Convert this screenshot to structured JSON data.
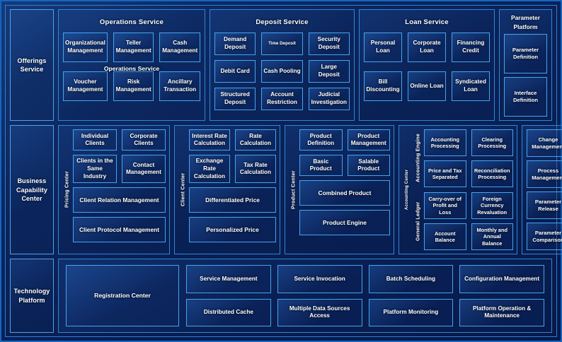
{
  "diagram": {
    "rows": [
      {
        "label": "Offerings\nService",
        "groups": [
          {
            "title": "Operations Service",
            "overlay_label": "Operations Service",
            "boxes": [
              "Organizational\nManagement",
              "Teller\nManagement",
              "Cash\nManagement",
              "Voucher\nManagement",
              "Risk\nManagement",
              "Ancillary\nTransaction"
            ]
          },
          {
            "title": "Deposit Service",
            "boxes": [
              "Demand\nDeposit",
              "Time Deposit",
              "Security\nDeposit",
              "Debit Card",
              "Cash Pooling",
              "Large\nDeposit",
              "Structured\nDeposit",
              "Account\nRestriction",
              "Judicial\nInvestigation"
            ]
          },
          {
            "title": "Loan Service",
            "boxes": [
              "Personal Loan",
              "Corporate\nLoan",
              "Financing\nCredit",
              "Bill Discounting",
              "Online Loan",
              "Syndicated\nLoan"
            ]
          }
        ]
      },
      {
        "label": "Business\nCapability\nCenter",
        "centers": [
          {
            "vlabel": "Pricing Center",
            "top_grid": [
              "Individual Clients",
              "Corporate\nClients",
              "Clients in the\nSame Industry",
              "Contact\nManagement"
            ],
            "wide": [
              "Client Relation Management",
              "Client Protocol Management"
            ]
          },
          {
            "vlabel": "Client Center",
            "top_grid": [
              "Interest Rate\nCalculation",
              "Rate\nCalculation",
              "Exchange Rate\nCalculation",
              "Tax Rate\nCalculation"
            ],
            "wide": [
              "Differentiated Price",
              "Personalized Price"
            ]
          },
          {
            "vlabel": "Product Center",
            "top_grid": [
              "Product\nDefinition",
              "Product\nManagement",
              "Basic Product",
              "Salable Product"
            ],
            "wide": [
              "Combined Product",
              "Product Engine"
            ]
          },
          {
            "vlabel": "Accounting Center",
            "sections": [
              {
                "vlabel": "Accounting Engine",
                "boxes": [
                  "Accounting\nProcessing",
                  "Clearing\nProcessing",
                  "Price and Tax\nSeparated",
                  "Reconciliation\nProcessing"
                ]
              },
              {
                "vlabel": "General  Ledger",
                "boxes": [
                  "Carry-over of\nProfit and Loss",
                  "Foreign\nCurrency\nRevaluation",
                  "Account\nBalance",
                  "Monthly and\nAnnual\nBalance"
                ]
              }
            ]
          }
        ]
      },
      {
        "label": "Technology\nPlatform",
        "registration": "Registration Center",
        "tech_boxes": [
          "Service Management",
          "Service Invocation",
          "Batch Scheduling",
          "Configuration Management",
          "Distributed Cache",
          "Multiple Data Sources Access",
          "Platform Monitoring",
          "Platform Operation & Maintenance"
        ]
      }
    ],
    "parameter_platform": {
      "title": "Parameter\nPlatform",
      "items": [
        "Parameter\nDefinition",
        "Interface\nDefinition",
        "Change\nManagement",
        "Process\nManagement",
        "Parameter\nRelease",
        "Parameter\nComparison"
      ]
    },
    "colors": {
      "background": "#0a2257",
      "frame_border": "#1565c0",
      "panel_border": "#2f86d8",
      "box_border": "#45a4ef",
      "text": "#ffffff"
    }
  }
}
